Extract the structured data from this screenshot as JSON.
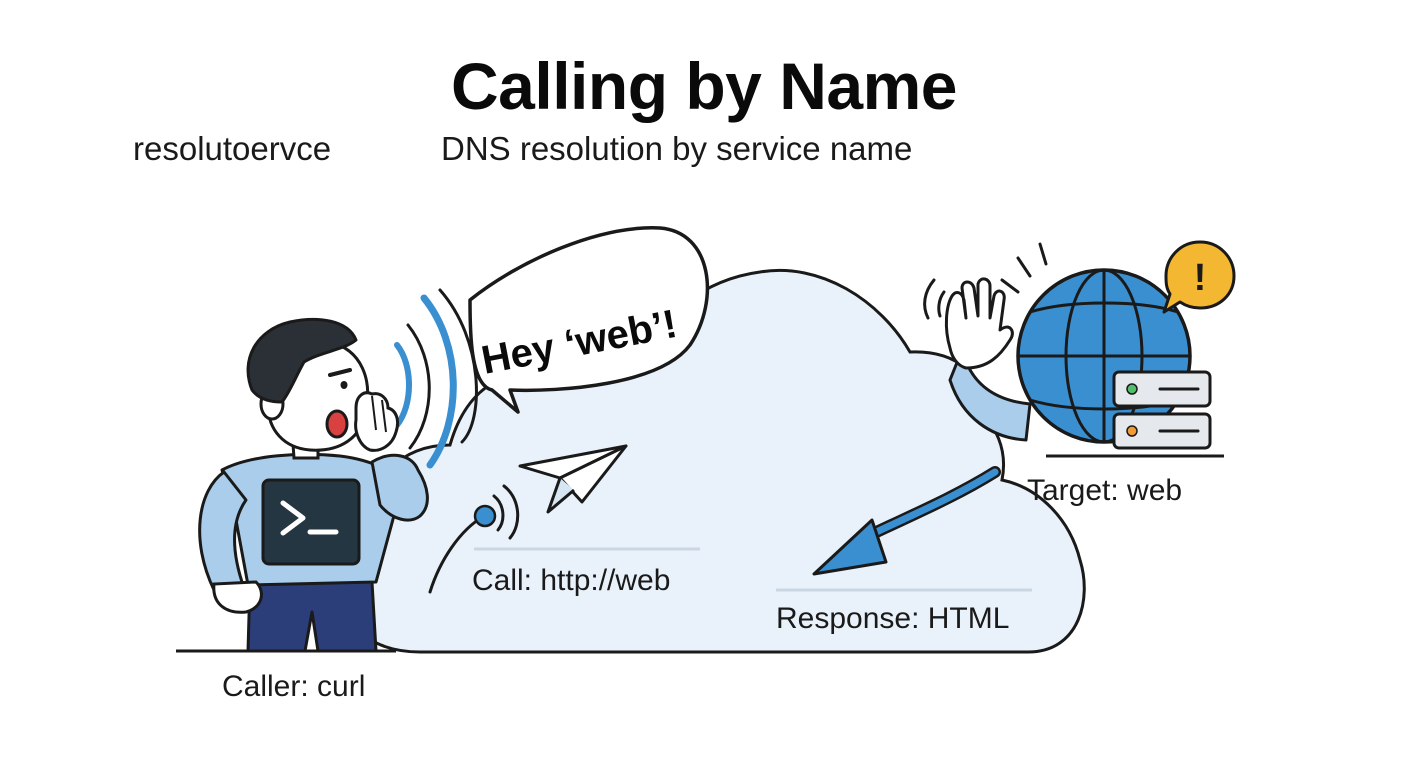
{
  "title": "Calling by Name",
  "subtitle_left": "resolutoervce",
  "subtitle_right": "DNS resolution by service name",
  "speech": "Hey ‘web’!",
  "labels": {
    "caller": "Caller: curl",
    "call": "Call: http://web",
    "response": "Response: HTML",
    "target": "Target: web"
  },
  "terminal_prompt": ">_",
  "alert_symbol": "!",
  "colors": {
    "accent_blue": "#3a8fd0",
    "cloud_fill": "#e9f2fa",
    "outline": "#1a1a1a",
    "shirt": "#a9cdea",
    "pants": "#2c3e7a",
    "alert_yellow": "#f4b731"
  },
  "icons": [
    "terminal-icon",
    "paper-plane-icon",
    "globe-icon",
    "server-icon",
    "warning-icon",
    "sound-waves-icon",
    "arrow-icon"
  ]
}
